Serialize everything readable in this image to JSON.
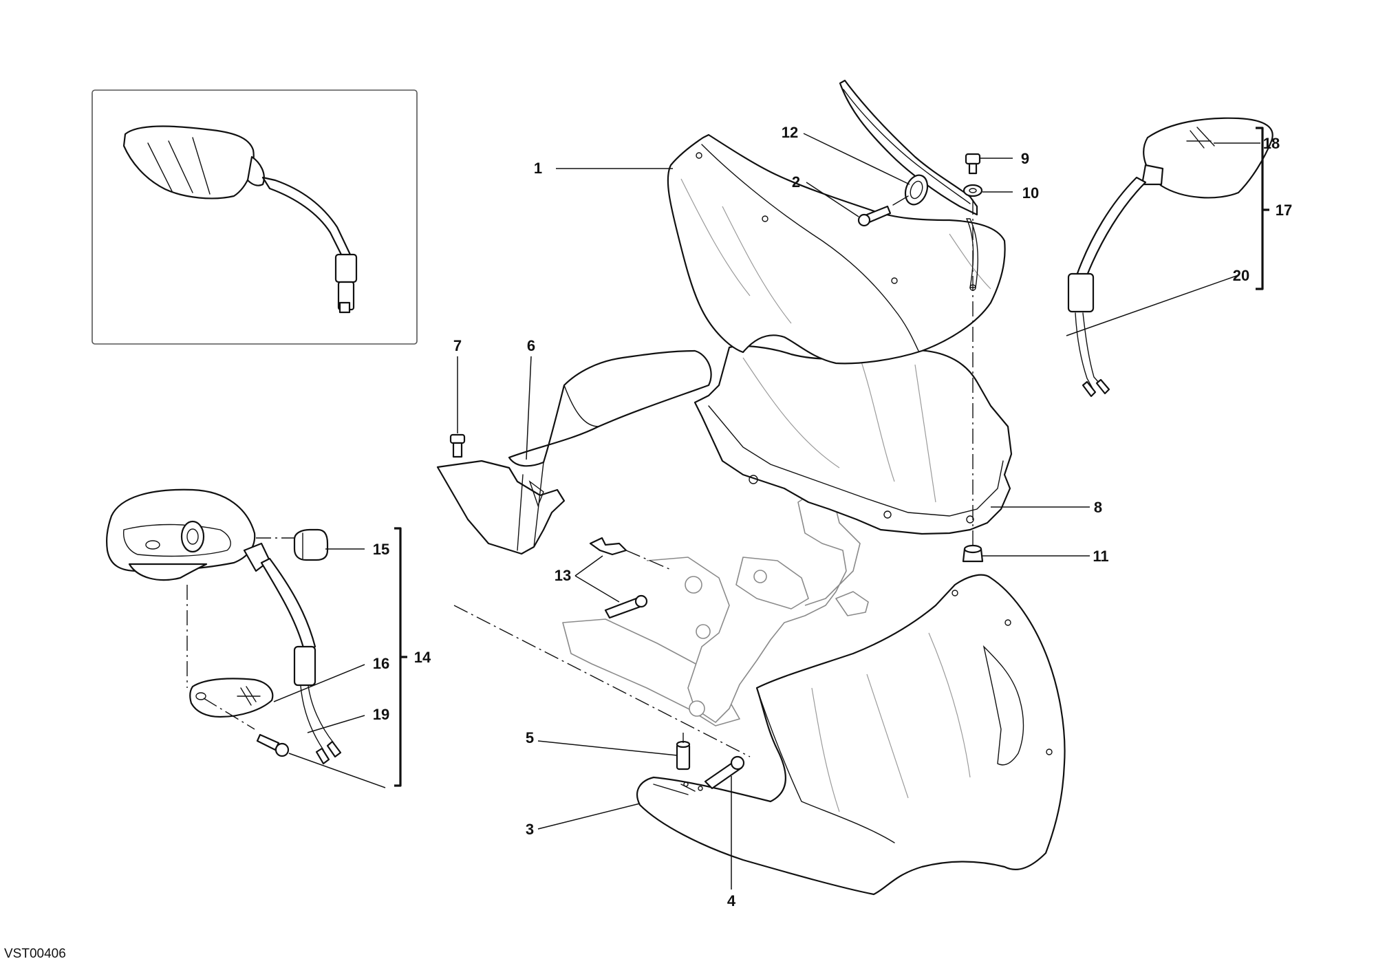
{
  "diagram_code": "VST00406",
  "callouts": [
    {
      "id": "c1",
      "label": "1"
    },
    {
      "id": "c2",
      "label": "2"
    },
    {
      "id": "c3",
      "label": "3"
    },
    {
      "id": "c4",
      "label": "4"
    },
    {
      "id": "c5",
      "label": "5"
    },
    {
      "id": "c6",
      "label": "6"
    },
    {
      "id": "c7",
      "label": "7"
    },
    {
      "id": "c8",
      "label": "8"
    },
    {
      "id": "c9",
      "label": "9"
    },
    {
      "id": "c10",
      "label": "10"
    },
    {
      "id": "c11",
      "label": "11"
    },
    {
      "id": "c12",
      "label": "12"
    },
    {
      "id": "c13",
      "label": "13"
    },
    {
      "id": "c14",
      "label": "14"
    },
    {
      "id": "c15",
      "label": "15"
    },
    {
      "id": "c16",
      "label": "16"
    },
    {
      "id": "c17",
      "label": "17"
    },
    {
      "id": "c18",
      "label": "18"
    },
    {
      "id": "c19",
      "label": "19"
    },
    {
      "id": "c20",
      "label": "20"
    }
  ],
  "colors": {
    "line": "#111111",
    "background": "#ffffff",
    "frame": "#555555"
  }
}
